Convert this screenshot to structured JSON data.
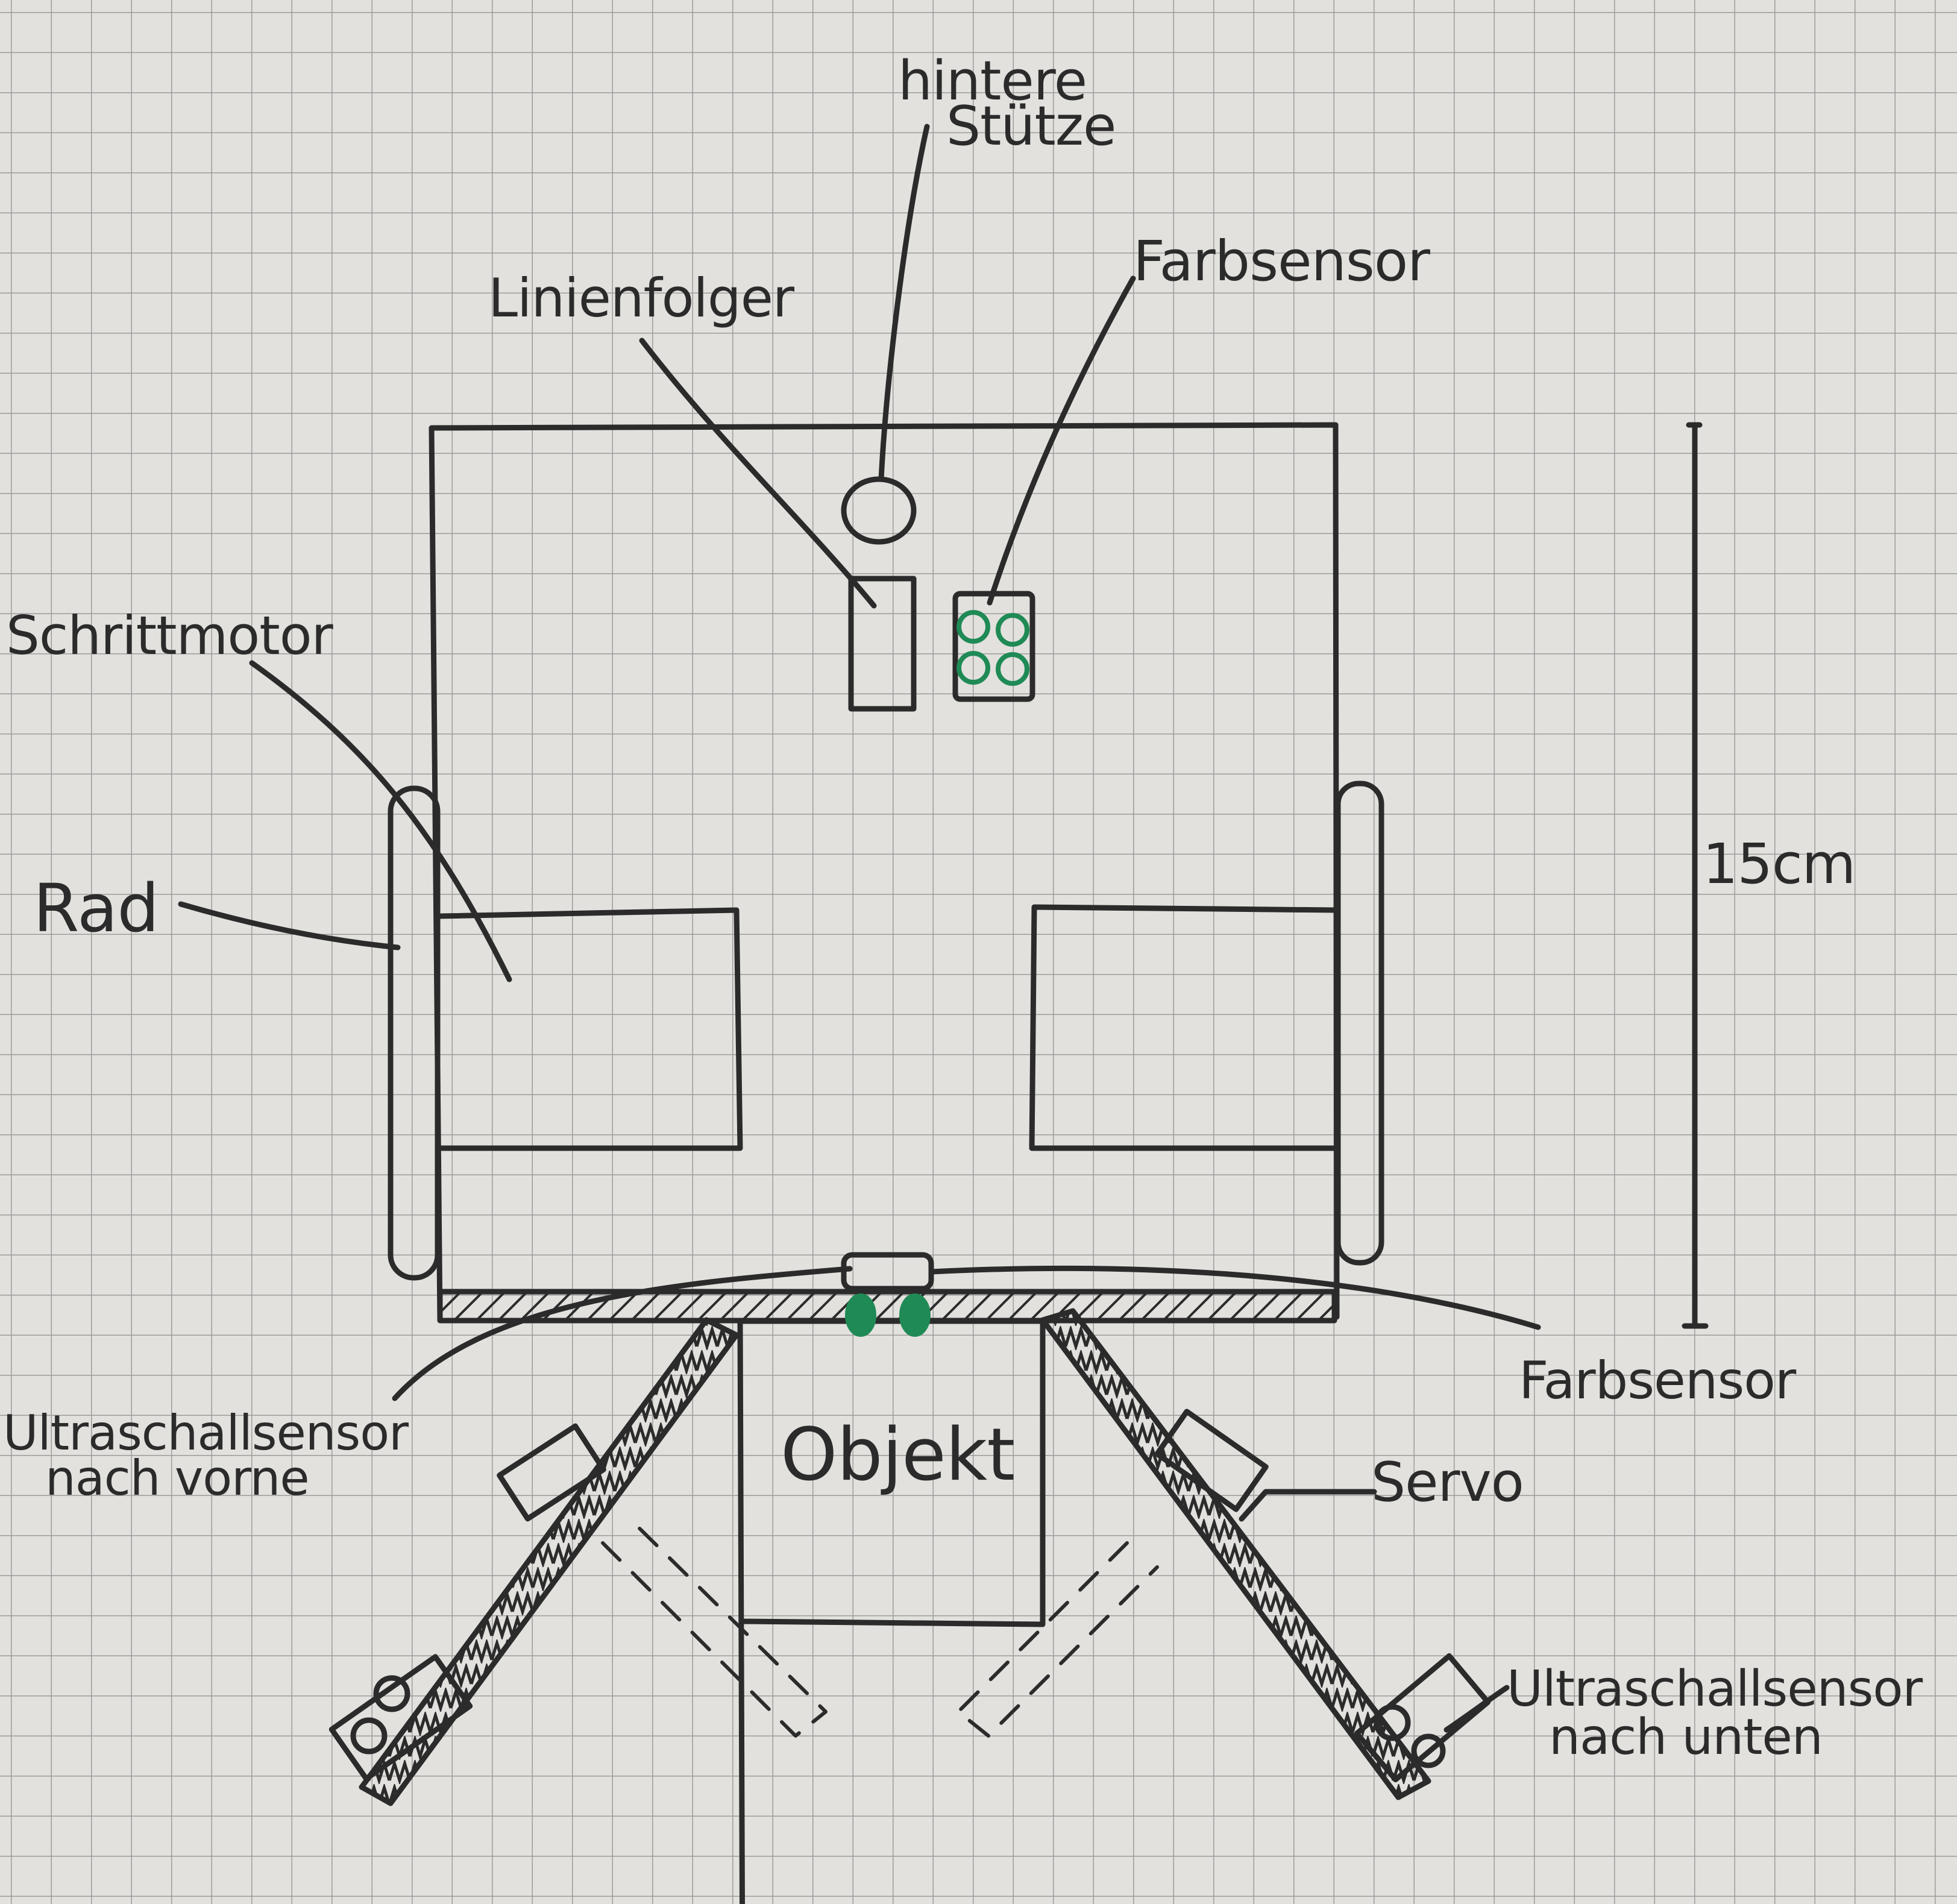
{
  "labels": {
    "rear_support": [
      "hintere",
      "Stütze"
    ],
    "line_follower": "Linienfolger",
    "color_sensor_top": "Farbsensor",
    "stepper_motor": "Schrittmotor",
    "wheel": "Rad",
    "dimension": "15cm",
    "color_sensor_front": "Farbsensor",
    "ultrasonic_forward": [
      "Ultraschallsensor",
      "nach vorne"
    ],
    "object": "Objekt",
    "servo": "Servo",
    "ultrasonic_down": [
      "Ultraschallsensor",
      "nach unten"
    ]
  },
  "colors": {
    "paper": "#e2e1de",
    "grid": "#9d9c9a",
    "ink": "#2b2b2b",
    "sensor_green": "#1f8a55"
  }
}
